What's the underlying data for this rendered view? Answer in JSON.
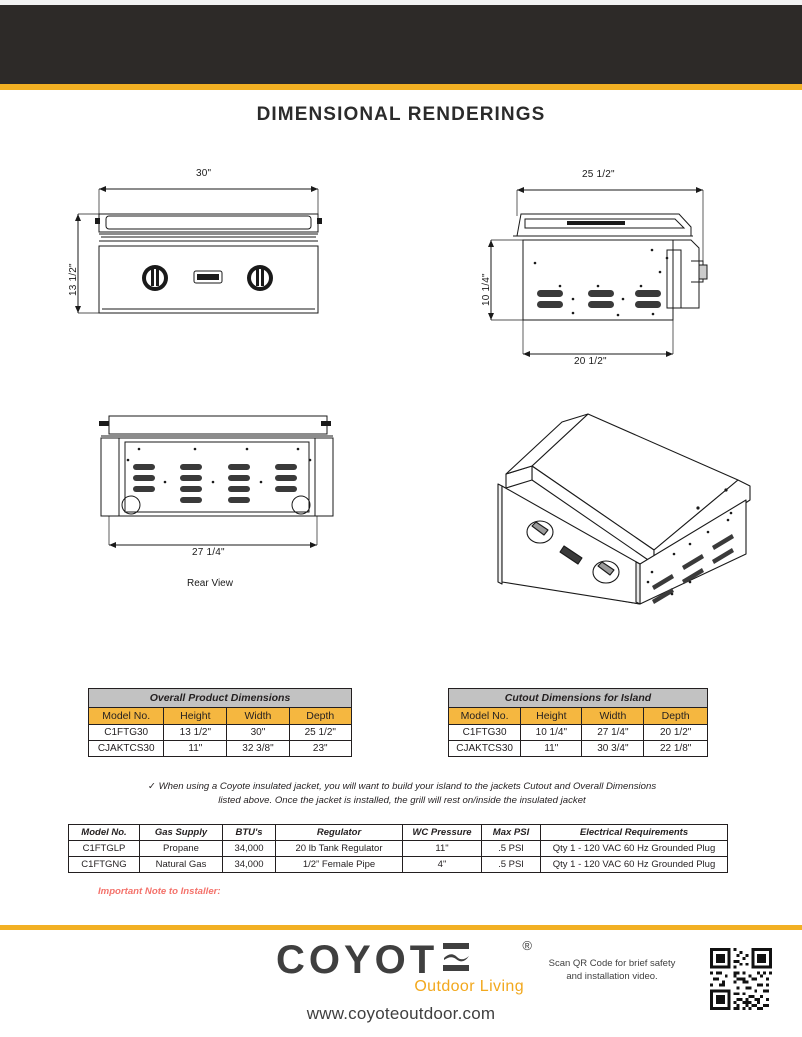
{
  "header": {
    "bar_color": "#2d2a28",
    "accent_color": "#f2b023",
    "title": "DIMENSIONAL RENDERINGS"
  },
  "drawings": {
    "front_view": {
      "name": "front-view",
      "width_dim": "30\"",
      "height_dim": "13 1/2\""
    },
    "side_view": {
      "name": "side-view",
      "top_dim": "25 1/2\"",
      "height_dim": "10 1/4\"",
      "bottom_dim": "20 1/2\""
    },
    "rear_view": {
      "name": "rear-view",
      "width_dim": "27 1/4\"",
      "caption": "Rear View"
    },
    "iso_view": {
      "name": "isometric-view"
    }
  },
  "overall_table": {
    "title": "Overall Product Dimensions",
    "columns": [
      "Model No.",
      "Height",
      "Width",
      "Depth"
    ],
    "rows": [
      [
        "C1FTG30",
        "13 1/2\"",
        "30\"",
        "25 1/2\""
      ],
      [
        "CJAKTCS30",
        "11\"",
        "32 3/8\"",
        "23\""
      ]
    ]
  },
  "cutout_table": {
    "title": "Cutout Dimensions for Island",
    "columns": [
      "Model No.",
      "Height",
      "Width",
      "Depth"
    ],
    "rows": [
      [
        "C1FTG30",
        "10 1/4\"",
        "27 1/4\"",
        "20 1/2\""
      ],
      [
        "CJAKTCS30",
        "11\"",
        "30 3/4\"",
        "22 1/8\""
      ]
    ]
  },
  "jacket_note": {
    "bullet": "✓",
    "line1": "When using a Coyote insulated jacket, you will want to build your island to the jackets Cutout and Overall Dimensions",
    "line2": "listed above. Once the jacket is installed, the grill will rest on/inside the insulated jacket"
  },
  "gas_table": {
    "columns": [
      "Model No.",
      "Gas Supply",
      "BTU's",
      "Regulator",
      "WC Pressure",
      "Max PSI",
      "Electrical Requirements"
    ],
    "rows": [
      [
        "C1FTGLP",
        "Propane",
        "34,000",
        "20 lb Tank Regulator",
        "11\"",
        ".5 PSI",
        "Qty 1 - 120 VAC 60 Hz Grounded Plug"
      ],
      [
        "C1FTGNG",
        "Natural Gas",
        "34,000",
        "1/2” Female Pipe",
        "4\"",
        ".5 PSI",
        "Qty 1 - 120 VAC 60 Hz Grounded Plug"
      ]
    ]
  },
  "installer_note": {
    "text": "Important Note to Installer:",
    "color": "#f4726b"
  },
  "footer": {
    "brand": "COYOT",
    "brand_mark": "®",
    "tagline": "Outdoor Living",
    "tagline_color": "#f2a81d",
    "url": "www.coyoteoutdoor.com",
    "qr_caption": "Scan QR Code for brief safety and installation video."
  }
}
